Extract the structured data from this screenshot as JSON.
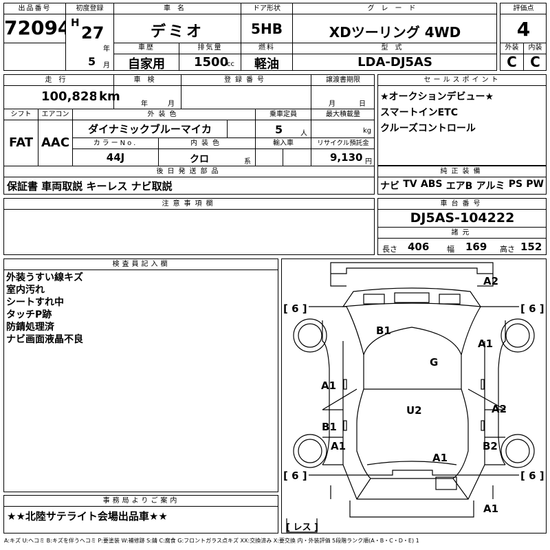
{
  "header": {
    "lot_label": "出品番号",
    "lot_no": "72094",
    "first_reg_label": "初度登録",
    "era": "H",
    "year": "27",
    "year_unit": "年",
    "month": "5",
    "month_unit": "月",
    "name_label": "車名",
    "name": "デミオ",
    "door_label": "ドア形状",
    "door": "5HB",
    "grade_label": "グレード",
    "grade": "XDツーリング 4WD",
    "score_label": "評価点",
    "score": "4",
    "history_label": "車歴",
    "history": "自家用",
    "disp_label": "排気量",
    "disp": "1500",
    "disp_unit": "cc",
    "fuel_label": "燃料",
    "fuel": "軽油",
    "model_label": "型式",
    "model": "LDA-DJ5AS",
    "ext_label": "外装",
    "ext": "C",
    "int_label": "内装",
    "int": "C"
  },
  "mid": {
    "mileage_label": "走行",
    "mileage": "100,828",
    "mileage_unit": "km",
    "shaken_label": "車検",
    "shaken_year_unit": "年",
    "shaken_month_unit": "月",
    "reg_no_label": "登録番号",
    "transfer_label": "譲渡書期限",
    "transfer_month_unit": "月",
    "transfer_day_unit": "日",
    "shift_label": "シフト",
    "shift": "FAT",
    "ac_label": "エアコン",
    "ac": "AAC",
    "color_label": "外装色",
    "color": "ダイナミックブルーマイカ",
    "seats_label": "乗車定員",
    "seats": "5",
    "seats_unit": "人",
    "load_label": "最大積載量",
    "load_unit": "kg",
    "color_no_label": "カラーNo.",
    "color_no": "44J",
    "int_color_label": "内装色",
    "int_color": "クロ",
    "int_color_unit": "系",
    "import_label": "輸入車",
    "recycle_label": "リサイクル預託金",
    "recycle": "9,130",
    "recycle_unit": "円",
    "later_label": "後日発送部品",
    "later": "保証書 車両取説 キーレス ナビ取説"
  },
  "selling": {
    "label": "セールスポイント",
    "items": [
      "★オークションデビュー★",
      "スマートインETC",
      "クルーズコントロール"
    ]
  },
  "equipment": {
    "label": "純正装備",
    "items": [
      "ナビ",
      "TV",
      "ABS",
      "エアB",
      "アルミ",
      "PS",
      "PW"
    ]
  },
  "notes": {
    "label": "注意事項欄"
  },
  "chassis": {
    "label": "車台番号",
    "value": "DJ5AS-104222",
    "dims_label": "諸元",
    "length_label": "長さ",
    "length": "406",
    "width_label": "幅",
    "width": "169",
    "height_label": "高さ",
    "height": "152"
  },
  "inspector": {
    "label": "検査員記入欄",
    "lines": [
      "外装うすい線キズ",
      "室内汚れ",
      "シートすれ中",
      "タッチP跡",
      "防錆処理済",
      "ナビ画面液晶不良"
    ]
  },
  "diagram": {
    "tire_fl": "[ 6 ]",
    "tire_fr": "[ 6 ]",
    "tire_rl": "[ 6 ]",
    "tire_rr": "[ 6 ]",
    "spare": "[ レス ]",
    "codes": {
      "front_bumper": "A2",
      "hood": "B1",
      "right_front_fender": "A1",
      "roof": "G",
      "left_front_door": "A1",
      "rear_glass": "U2",
      "right_rear_door": "A2",
      "left_rear_door": "B1",
      "left_quarter": "A1",
      "right_quarter": "B2",
      "trunk": "A1",
      "rear_bumper": "A1"
    }
  },
  "office": {
    "label": "事務局よりご案内",
    "text": "★★北陸サテライト会場出品車★★"
  },
  "legend": "A:キズ U:ヘコミ B:キズを伴うヘコミ P:要塗装 W:補修跡 S:錆 C:腐食 G:フロントガラス点キズ XX:交換済み X:要交換 内・外装評価 5段階ランク順(A・B・C・D・E) 1"
}
